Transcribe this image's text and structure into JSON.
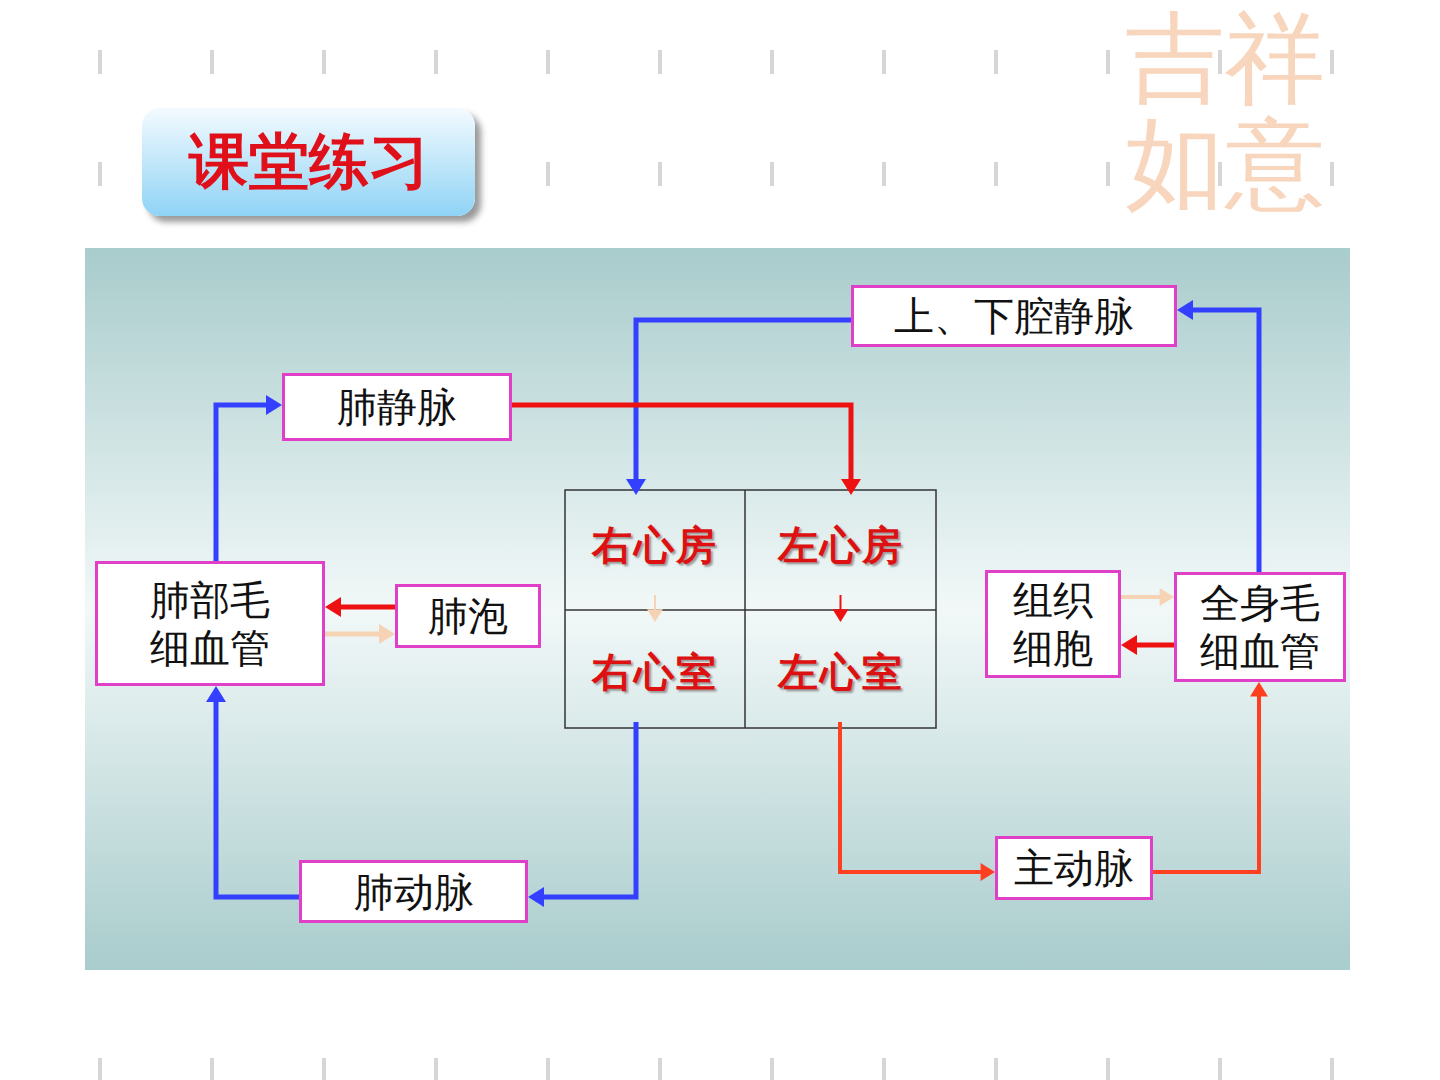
{
  "diagram": {
    "title": "课堂练习",
    "nodes": [
      {
        "text": [
          "上、下腔静脉"
        ]
      },
      {
        "text": [
          "肺静脉"
        ]
      },
      {
        "text": [
          "右心房"
        ]
      },
      {
        "text": [
          "左心房"
        ]
      },
      {
        "text": [
          "肺部毛细血管"
        ]
      },
      {
        "text": [
          "肺泡"
        ]
      },
      {
        "text": [
          "组织细胞"
        ]
      },
      {
        "text": [
          "全身毛细血管"
        ]
      },
      {
        "text": [
          "右心室"
        ]
      },
      {
        "text": [
          "左心室"
        ]
      },
      {
        "text": [
          "肺动脉"
        ]
      },
      {
        "text": [
          "主动脉"
        ]
      }
    ],
    "edges": [
      {
        "from": 7,
        "to": 0,
        "arrow": "to"
      },
      {
        "from": 0,
        "to": 2,
        "arrow": "to"
      },
      {
        "from": 4,
        "to": 1,
        "arrow": "to"
      },
      {
        "from": 1,
        "to": 3,
        "arrow": "to"
      },
      {
        "from": 2,
        "to": 8,
        "arrow": "to"
      },
      {
        "from": 3,
        "to": 9,
        "arrow": "to"
      },
      {
        "from": 8,
        "to": 10,
        "arrow": "to"
      },
      {
        "from": 10,
        "to": 4,
        "arrow": "to"
      },
      {
        "from": 9,
        "to": 11,
        "arrow": "to"
      },
      {
        "from": 11,
        "to": 7,
        "arrow": "to"
      },
      {
        "from": 5,
        "to": 4,
        "arrow": "to"
      },
      {
        "from": 4,
        "to": 5,
        "arrow": "to"
      },
      {
        "from": 6,
        "to": 7,
        "arrow": "to"
      },
      {
        "from": 7,
        "to": 6,
        "arrow": "to"
      }
    ],
    "labels": [
      "吉祥如意"
    ]
  }
}
